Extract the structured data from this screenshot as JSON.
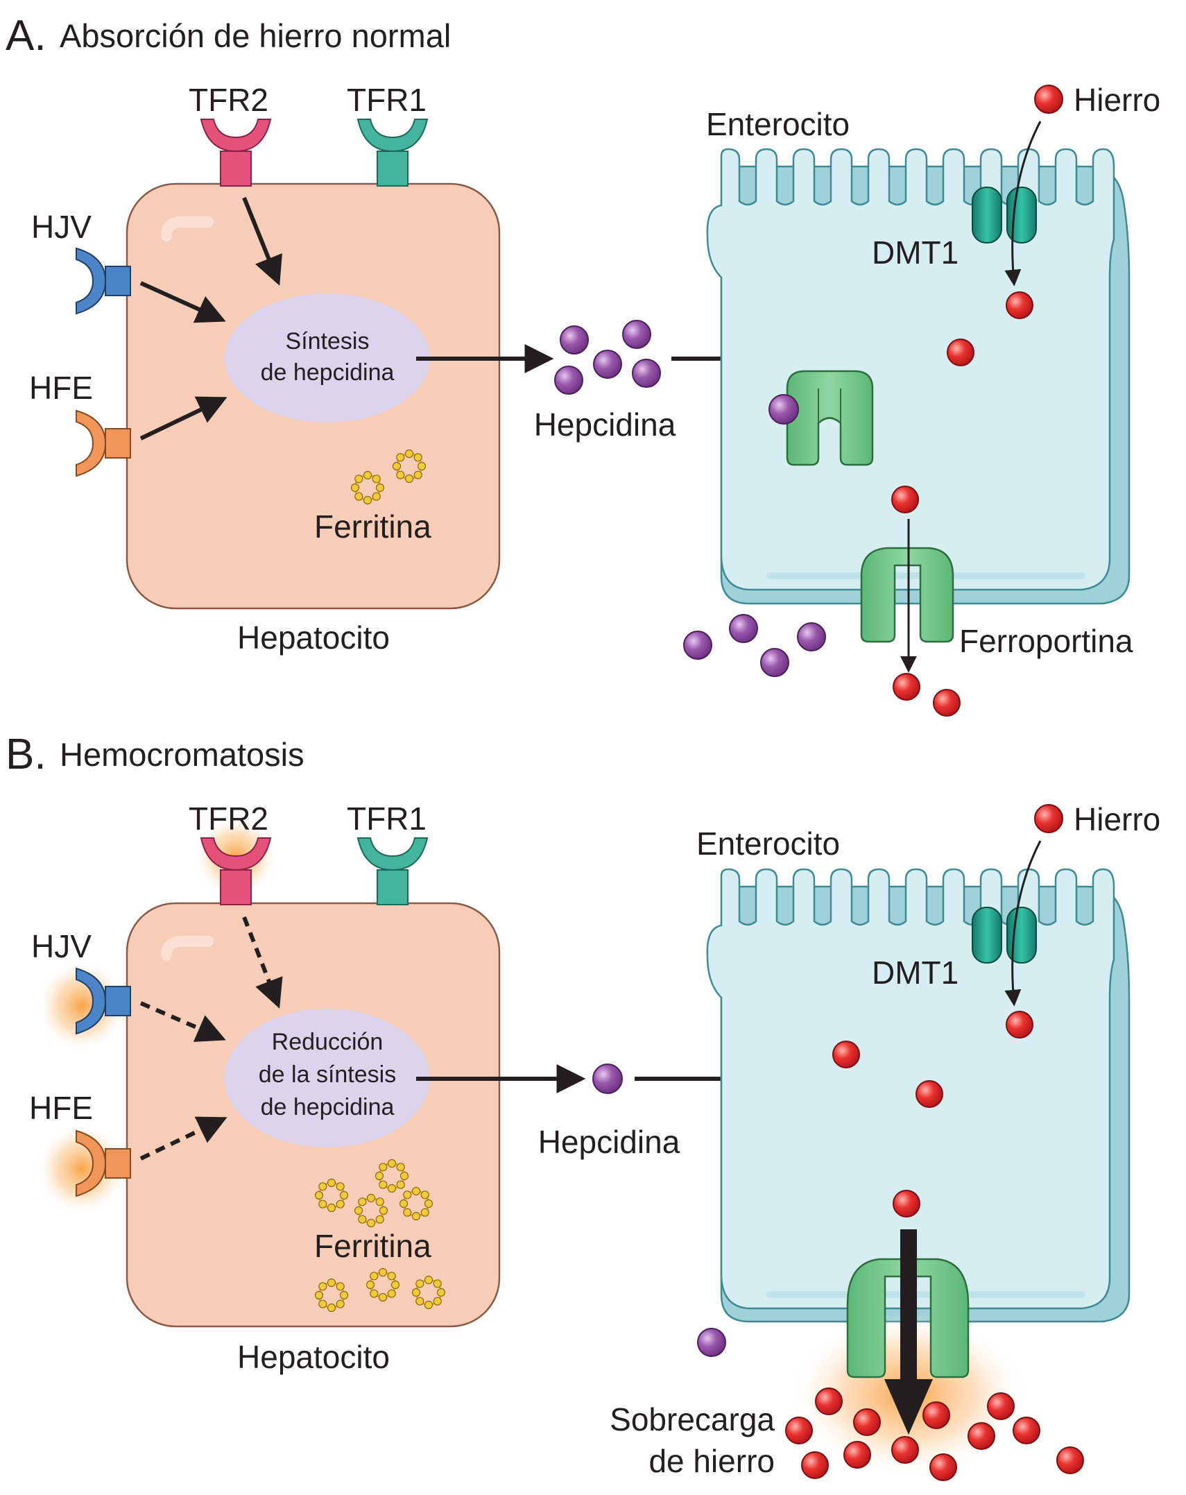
{
  "panel_a": {
    "letter": "A.",
    "title": "Absorción de hierro normal",
    "tfr2": "TFR2",
    "tfr1": "TFR1",
    "hjv": "HJV",
    "hfe": "HFE",
    "synthesis": [
      "Síntesis",
      "de hepcidina"
    ],
    "ferritin": "Ferritina",
    "hepatocyte": "Hepatocito",
    "hepcidin": "Hepcidina",
    "enterocyte": "Enterocito",
    "iron": "Hierro",
    "dmt1": "DMT1",
    "ferroportin": "Ferroportina"
  },
  "panel_b": {
    "letter": "B.",
    "title": "Hemocromatosis",
    "tfr2": "TFR2",
    "tfr1": "TFR1",
    "hjv": "HJV",
    "hfe": "HFE",
    "synthesis": [
      "Reducción",
      "de la síntesis",
      "de hepcidina"
    ],
    "ferritin": "Ferritina",
    "hepatocyte": "Hepatocito",
    "hepcidin": "Hepcidina",
    "enterocyte": "Enterocito",
    "iron": "Hierro",
    "dmt1": "DMT1",
    "overload": [
      "Sobrecarga",
      "de hierro"
    ]
  },
  "colors": {
    "hepatocyte": "#f7cdb8",
    "enterocyte": "#d6eef2",
    "tfr2": "#e4517a",
    "tfr1": "#45b49c",
    "hjv": "#4c84c8",
    "hfe": "#f0965a",
    "hepcidin": "#8e4ba0",
    "iron": "#e0262a",
    "ferroportin": "#6cc384",
    "dmt1": "#1f9e8a",
    "synthesis": "#dcd3ec"
  }
}
